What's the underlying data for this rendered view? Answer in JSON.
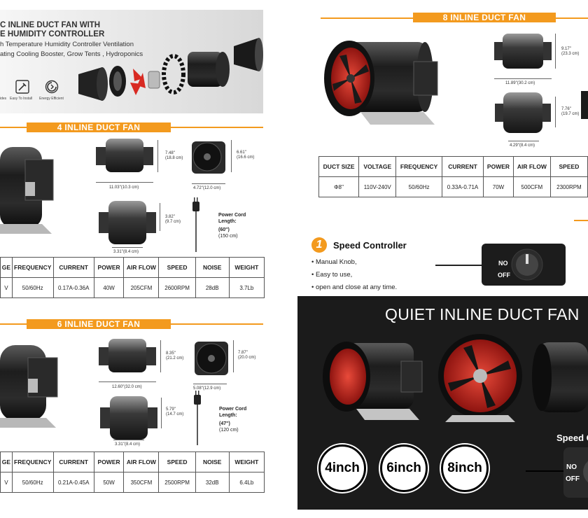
{
  "hero": {
    "line1": "C INLINE DUCT FAN WITH",
    "line2": "E HUMIDITY CONTROLLER",
    "line3": "h Temperature Humidity Controller Ventilation",
    "line4": "ating Cooling Booster, Grow Tents , Hydroponics",
    "features": [
      "ides",
      "Easy To Install",
      "Energy Efficient"
    ]
  },
  "fan4": {
    "title": "4 INLINE DUCT FAN",
    "dims": {
      "length": "11.03''(10.3 cm)",
      "height_in": "7.48''",
      "height_cm": "(18.8 cm)",
      "face_in": "6.61''",
      "face_cm": "(16.6 cm)",
      "face_w": "4.72''(12.0 cm)",
      "side_in": "3.82''",
      "side_cm": "(9.7 cm)",
      "side_w": "3.31''(8.4 cm)"
    },
    "cord": {
      "label1": "Power Cord",
      "label2": "Length:",
      "len_in": "(60'')",
      "len_cm": "(150 cm)"
    },
    "table": {
      "headers": [
        "GE",
        "FREQUENCY",
        "CURRENT",
        "POWER",
        "AIR FLOW",
        "SPEED",
        "NOISE",
        "WEIGHT"
      ],
      "values": [
        "V",
        "50/60Hz",
        "0.17A-0.36A",
        "40W",
        "205CFM",
        "2600RPM",
        "28dB",
        "3.7Lb"
      ]
    }
  },
  "fan6": {
    "title": "6 INLINE DUCT FAN",
    "dims": {
      "length": "12.60''(32.0 cm)",
      "height_in": "8.35''",
      "height_cm": "(21.2 cm)",
      "face_in": "7.87''",
      "face_cm": "(20.0 cm)",
      "face_w": "5.08''(12.9 cm)",
      "side_in": "5.79''",
      "side_cm": "(14.7 cm)",
      "side_w": "3.31''(8.4 cm)"
    },
    "cord": {
      "label1": "Power Cord",
      "label2": "Length:",
      "len_in": "(47'')",
      "len_cm": "(120 cm)"
    },
    "table": {
      "headers": [
        "GE",
        "FREQUENCY",
        "CURRENT",
        "POWER",
        "AIR FLOW",
        "SPEED",
        "NOISE",
        "WEIGHT"
      ],
      "values": [
        "V",
        "50/60Hz",
        "0.21A-0.45A",
        "50W",
        "350CFM",
        "2500RPM",
        "32dB",
        "6.4Lb"
      ]
    }
  },
  "fan8": {
    "title": "8 INLINE DUCT FAN",
    "dims": {
      "length": "11.89''(30.2 cm)",
      "height_in": "9.17''",
      "height_cm": "(23.3 cm)",
      "side_in": "7.76''",
      "side_cm": "(19.7 cm)",
      "side_w": "4.29''(8.4 cm)"
    },
    "table": {
      "headers": [
        "DUCT SIZE",
        "VOLTAGE",
        "FREQUENCY",
        "CURRENT",
        "POWER",
        "AIR FLOW",
        "SPEED"
      ],
      "values": [
        "Φ8''",
        "110V-240V",
        "50/60Hz",
        "0.33A-0.71A",
        "70W",
        "500CFM",
        "2300RPM"
      ]
    }
  },
  "controller": {
    "number": "1",
    "title": "Speed Controller",
    "bullets": [
      "Manual Knob,",
      "Easy to use,",
      "open and close at any time."
    ],
    "knob_on": "NO",
    "knob_off": "OFF"
  },
  "quiet": {
    "title": "QUIET INLINE DUCT FAN",
    "sizes": [
      "4inch",
      "6inch",
      "8inch"
    ],
    "speed_label": "Speed C",
    "knob_on": "NO",
    "knob_off": "OFF"
  },
  "colors": {
    "accent": "#f39a1e",
    "fan_red": "#c8201c",
    "dark_panel": "#1b1b1b"
  }
}
